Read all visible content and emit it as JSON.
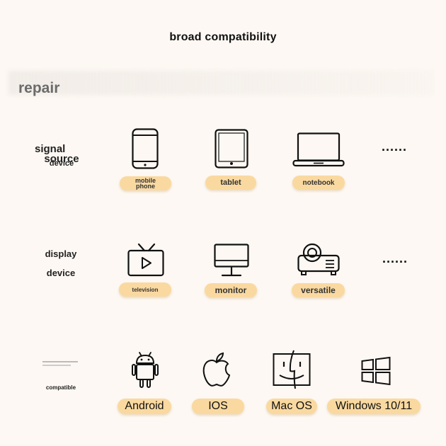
{
  "header": {
    "title": "broad compatibility"
  },
  "section": {
    "label": "repair"
  },
  "rows": {
    "signal": {
      "label_line1": "signal",
      "label_line2": "source",
      "label_line3": "device",
      "items": [
        {
          "icon": "mobile-phone-icon",
          "label_line1": "mobile",
          "label_line2": "phone"
        },
        {
          "icon": "tablet-icon",
          "label": "tablet"
        },
        {
          "icon": "laptop-icon",
          "label": "notebook"
        }
      ],
      "more": "......"
    },
    "display": {
      "label_line1": "display",
      "label_line2": "device",
      "items": [
        {
          "icon": "tv-icon",
          "label": "television"
        },
        {
          "icon": "monitor-icon",
          "label": "monitor"
        },
        {
          "icon": "projector-icon",
          "label": "versatile"
        }
      ],
      "more": "......"
    },
    "os": {
      "label": "compatible",
      "items": [
        {
          "icon": "android-icon",
          "label": "Android"
        },
        {
          "icon": "apple-icon",
          "label": "IOS"
        },
        {
          "icon": "finder-icon",
          "label": "Mac OS"
        },
        {
          "icon": "windows-icon",
          "label": "Windows 10/11"
        }
      ]
    }
  },
  "colors": {
    "background": "#fdf8f3",
    "pill": "#fad9a0",
    "text": "#111111",
    "muted": "#6b6b6b"
  }
}
